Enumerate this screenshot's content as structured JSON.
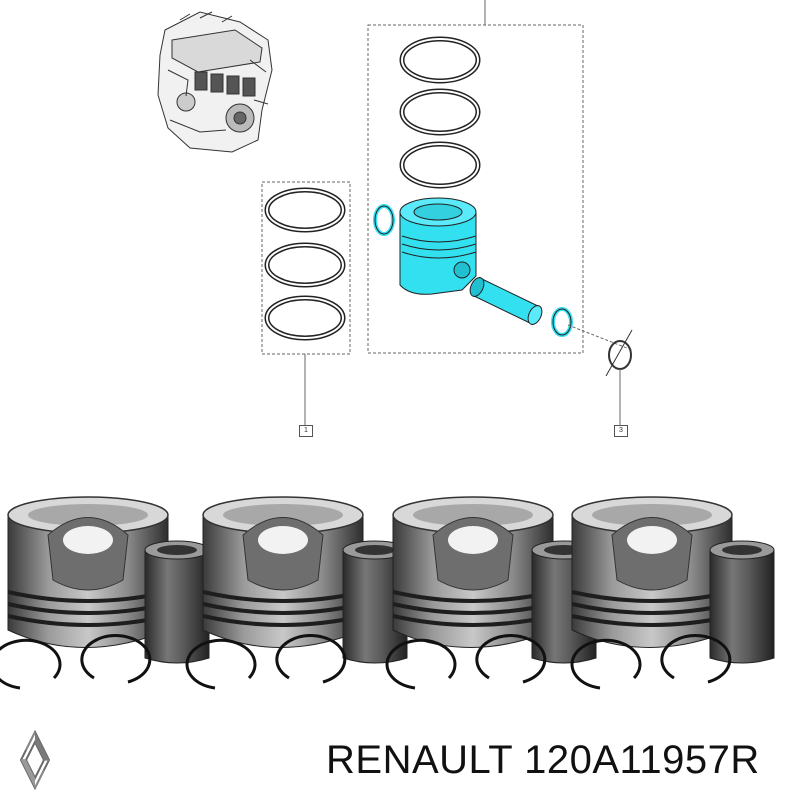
{
  "diagram": {
    "callouts": [
      {
        "id": "callout-1",
        "label": "1"
      },
      {
        "id": "callout-3",
        "label": "3"
      }
    ],
    "highlight_color": "#33e0f0"
  },
  "caption": {
    "brand": "RENAULT",
    "part_number": "120A11957R"
  },
  "icons": {
    "brand_logo": "renault-diamond-icon"
  }
}
